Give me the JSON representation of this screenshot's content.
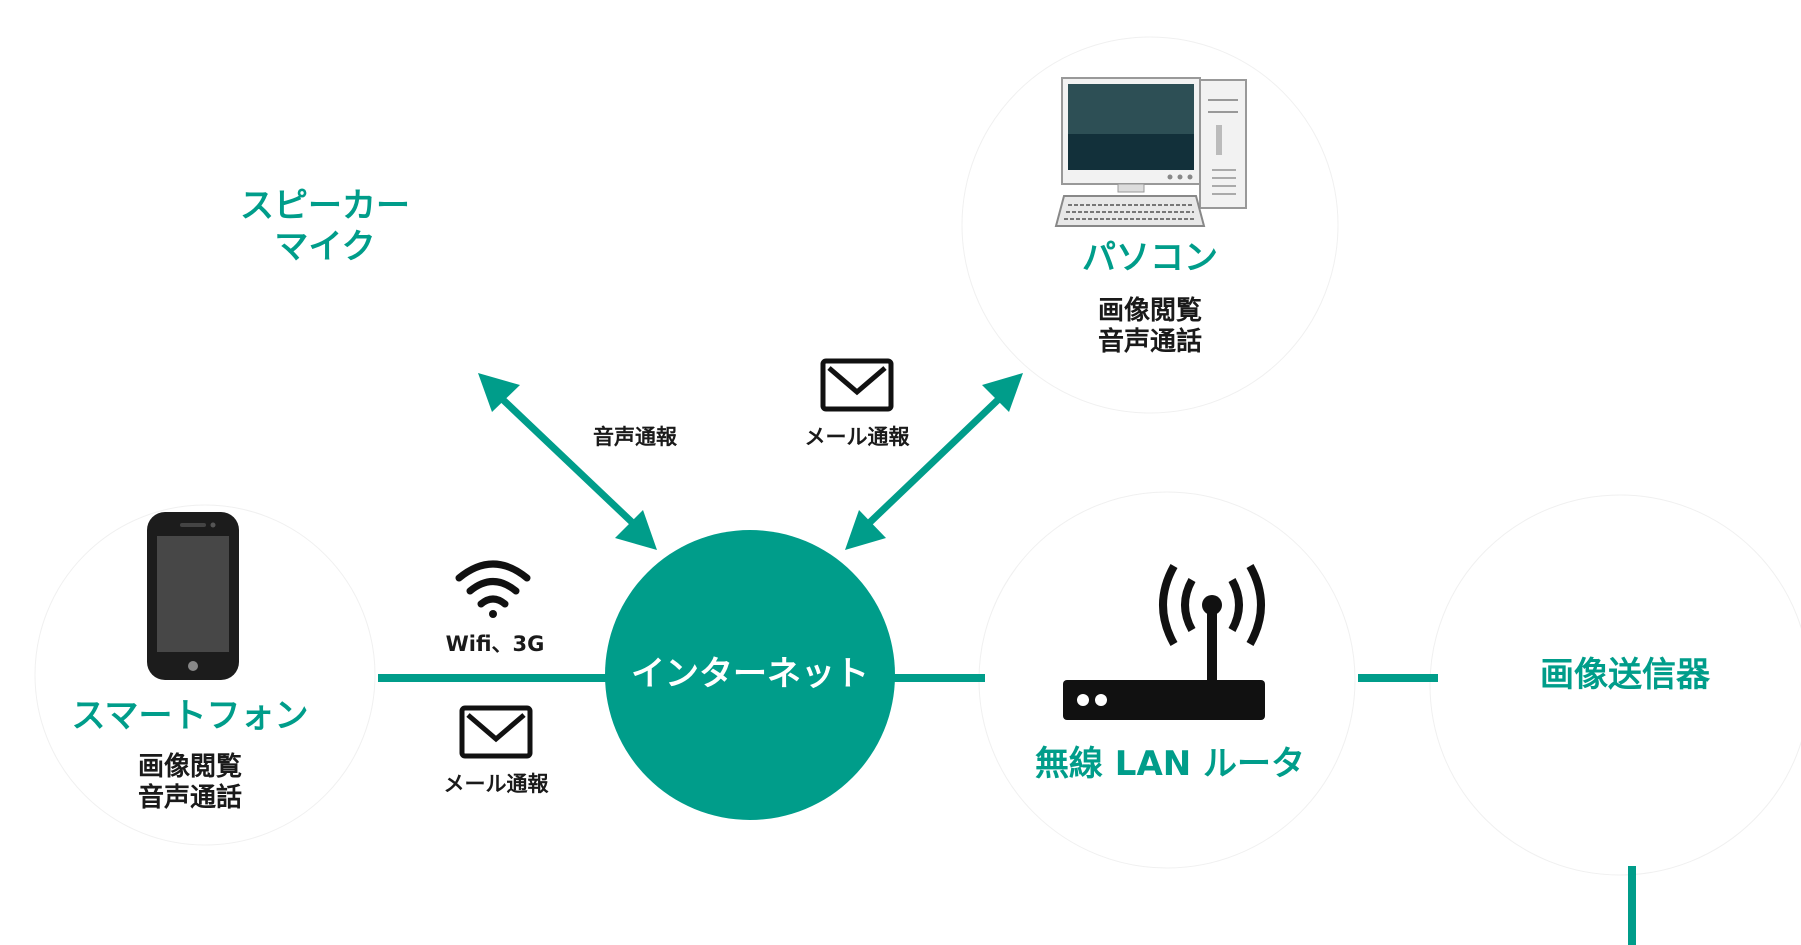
{
  "colors": {
    "accent": "#009d8a",
    "text": "#1a1a1a",
    "circle_edge": "#eeeeee"
  },
  "center": {
    "label": "インターネット"
  },
  "speaker": {
    "title": "スピーカー",
    "title2": "マイク"
  },
  "speaker_link": {
    "caption": "音声通報"
  },
  "pc": {
    "title": "パソコン",
    "features": [
      "画像閲覧",
      "音声通話"
    ]
  },
  "pc_link": {
    "caption": "メール通報",
    "icon": "mail-icon"
  },
  "smartphone": {
    "title": "スマートフォン",
    "features": [
      "画像閲覧",
      "音声通話"
    ]
  },
  "smartphone_link": {
    "wifi_caption": "Wifi、3G",
    "mail_caption": "メール通報",
    "icons": [
      "wifi-icon",
      "mail-icon"
    ]
  },
  "router": {
    "title": "無線 LAN ルータ",
    "icon": "router-icon"
  },
  "transmitter": {
    "title": "画像送信器"
  }
}
